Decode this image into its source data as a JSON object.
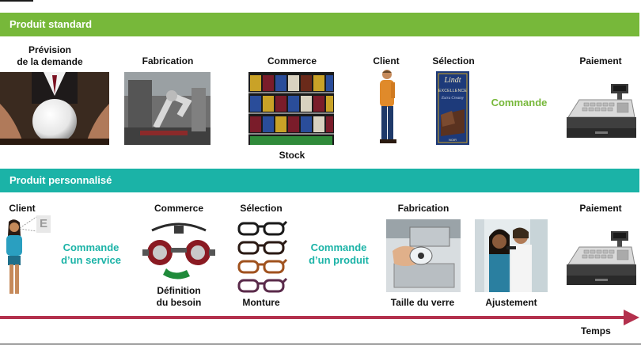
{
  "standard": {
    "title": "Produit standard",
    "steps": {
      "prevision": "Prévision\nde la demande",
      "fabrication": "Fabrication",
      "commerce": "Commerce",
      "stock": "Stock",
      "client": "Client",
      "selection": "Sélection",
      "commande": "Commande",
      "paiement": "Paiement"
    },
    "chocolate_brand": "Lindt",
    "chocolate_line": "EXCELLENCE",
    "chocolate_sub": "Extra Creamy",
    "chocolate_type": "NOIR"
  },
  "personnalise": {
    "title": "Produit personnalisé",
    "steps": {
      "client": "Client",
      "commande_service": "Commande\nd’un service",
      "commerce": "Commerce",
      "definition": "Définition\ndu besoin",
      "selection": "Sélection",
      "monture": "Monture",
      "commande_produit": "Commande\nd’un produit",
      "fabrication": "Fabrication",
      "taille": "Taille du verre",
      "ajustement": "Ajustement",
      "paiement": "Paiement"
    },
    "screen_letter": "E"
  },
  "timeline": {
    "label": "Temps"
  },
  "colors": {
    "standard": "#77b83a",
    "personnalise": "#1bb3a7",
    "timeline": "#b3304d"
  }
}
